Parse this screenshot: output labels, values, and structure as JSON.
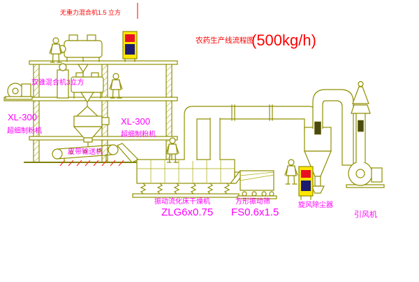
{
  "title": {
    "text": "农药生产线流程图",
    "capacity": "(500kg/h)"
  },
  "labels": {
    "top_mixer": "无重力混合机1.5 立方",
    "mid_mixer": "双锥混合机3立方",
    "left_mill_model": "XL-300",
    "left_mill_name": "超细制粉机",
    "center_mill_model": "XL-300",
    "center_mill_name": "超细制粉机",
    "belt_conveyor": "皮带输送机",
    "dryer_name": "振动流化床干燥机",
    "dryer_model": "ZLG6x0.75",
    "screen_name": "方形振动筛",
    "screen_model": "FS0.6x1.5",
    "cyclone_name": "旋风除尘器",
    "fan_name": "引风机"
  },
  "colors": {
    "line": "#8f8f00",
    "label_magenta": "#ff00ff",
    "title_red": "#ff0000",
    "panel_yellow": "#ffe600",
    "panel_red": "#e81123",
    "panel_navy": "#1c1c70"
  }
}
